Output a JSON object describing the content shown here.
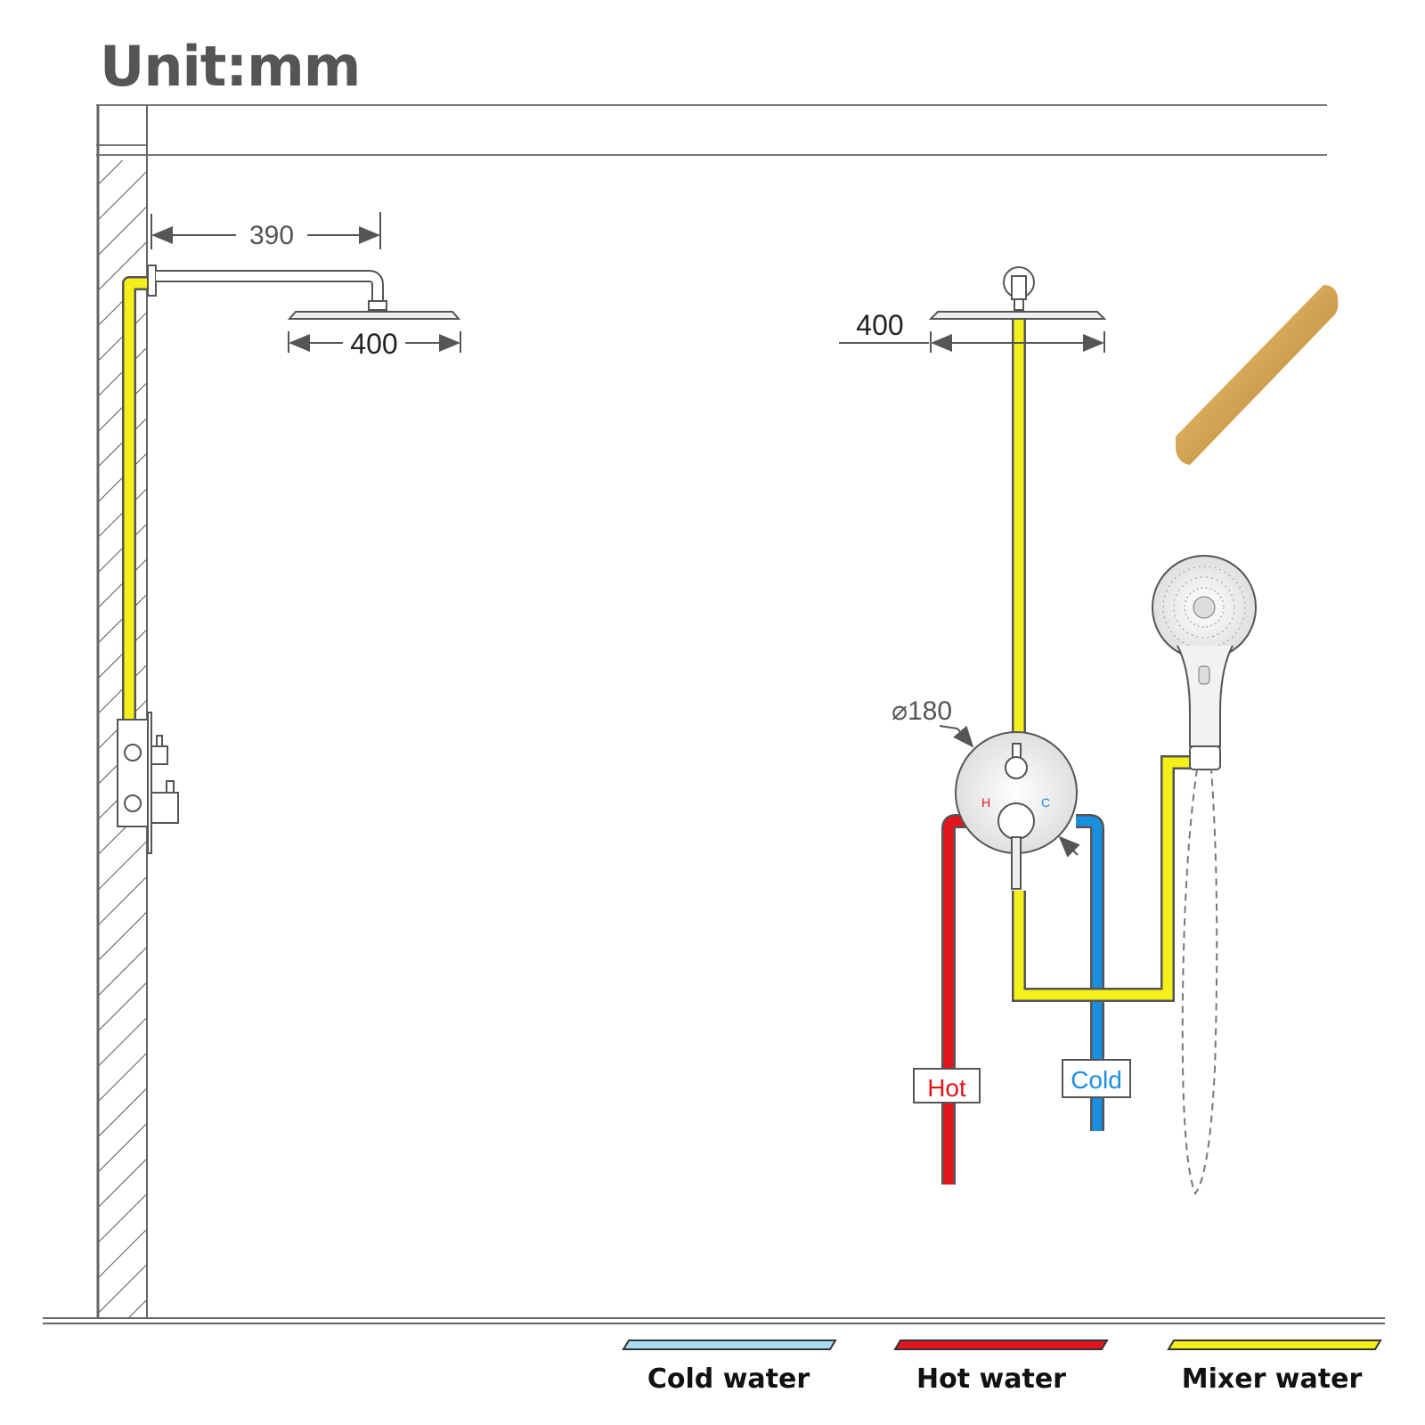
{
  "unit_label": "Unit:mm",
  "dimensions": {
    "arm_length": "390",
    "head_width_side": "400",
    "head_width_front": "400",
    "valve_diameter": "⌀180"
  },
  "valve_marks": {
    "hot": "H",
    "cold": "C"
  },
  "pipe_tags": {
    "hot": "Hot",
    "cold": "Cold"
  },
  "legend": [
    {
      "label": "Cold water",
      "color": "#a8dcf5"
    },
    {
      "label": "Hot water",
      "color": "#e3141c"
    },
    {
      "label": "Mixer water",
      "color": "#f5ef1a"
    }
  ],
  "colors": {
    "mixer": "#f5ef1a",
    "hot": "#e3141c",
    "cold": "#1a8fe0",
    "cold_legend": "#a8dcf5",
    "line": "#555555",
    "brass": "#c89a4a"
  }
}
